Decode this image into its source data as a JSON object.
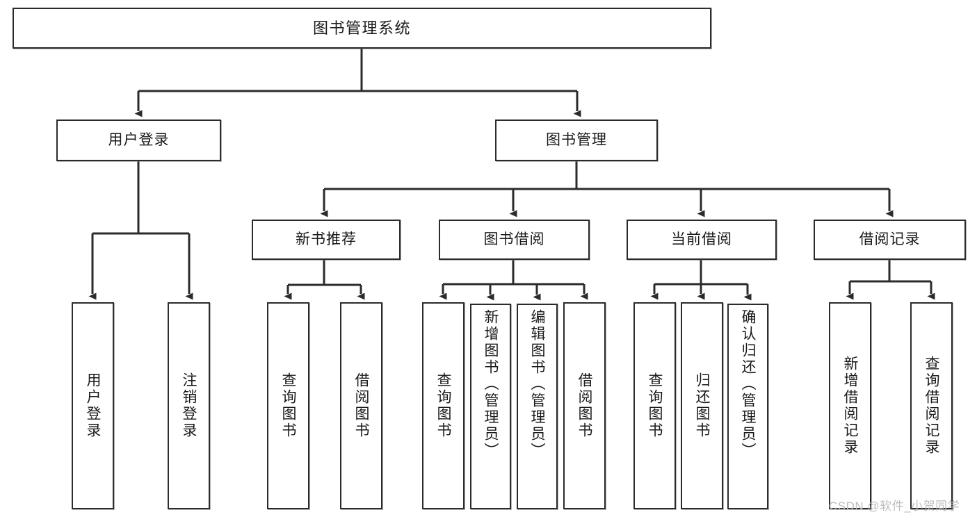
{
  "diagram": {
    "type": "hierarchy-tree",
    "title": "图书管理系统",
    "watermark": "CSDN @软件_小贺同学",
    "style": {
      "background": "#ffffff",
      "box_border": "#2b2b2b",
      "box_fill": "#ffffff",
      "connector": "#2b2b2b",
      "text": "#1a1a1a",
      "watermark_color": "#bdbdbd"
    },
    "levels": {
      "level1": [
        "图书管理系统"
      ],
      "level2": [
        "用户登录",
        "图书管理"
      ],
      "level3": [
        "新书推荐",
        "图书借阅",
        "当前借阅",
        "借阅记录"
      ],
      "level4": [
        "用户登录",
        "注销登录",
        "查询图书",
        "借阅图书",
        "查询图书",
        "新增图书（管理员）",
        "编辑图书（管理员）",
        "借阅图书",
        "查询图书",
        "归还图书",
        "确认归还（管理员）",
        "新增借阅记录",
        "查询借阅记录"
      ]
    },
    "nodes": {
      "root": {
        "label": "图书管理系统"
      },
      "user_login": {
        "label": "用户登录"
      },
      "book_manage": {
        "label": "图书管理"
      },
      "new_book_rec": {
        "label": "新书推荐"
      },
      "book_borrow": {
        "label": "图书借阅"
      },
      "current_borrow": {
        "label": "当前借阅"
      },
      "borrow_record": {
        "label": "借阅记录"
      },
      "leaf_user_login": {
        "label": "用户登录"
      },
      "leaf_logout": {
        "label": "注销登录"
      },
      "leaf_query_book_1": {
        "label": "查询图书"
      },
      "leaf_borrow_book_1": {
        "label": "借阅图书"
      },
      "leaf_query_book_2": {
        "label": "查询图书"
      },
      "leaf_add_book": {
        "label": "新增图书（管理员）"
      },
      "leaf_edit_book": {
        "label": "编辑图书（管理员）"
      },
      "leaf_borrow_book_2": {
        "label": "借阅图书"
      },
      "leaf_query_book_3": {
        "label": "查询图书"
      },
      "leaf_return_book": {
        "label": "归还图书"
      },
      "leaf_confirm_return": {
        "label": "确认归还（管理员）"
      },
      "leaf_add_record": {
        "label": "新增借阅记录"
      },
      "leaf_query_record": {
        "label": "查询借阅记录"
      }
    },
    "edges": [
      {
        "from": "root",
        "to": "user_login"
      },
      {
        "from": "root",
        "to": "book_manage"
      },
      {
        "from": "user_login",
        "to": "leaf_user_login"
      },
      {
        "from": "user_login",
        "to": "leaf_logout"
      },
      {
        "from": "book_manage",
        "to": "new_book_rec"
      },
      {
        "from": "book_manage",
        "to": "book_borrow"
      },
      {
        "from": "book_manage",
        "to": "current_borrow"
      },
      {
        "from": "book_manage",
        "to": "borrow_record"
      },
      {
        "from": "new_book_rec",
        "to": "leaf_query_book_1"
      },
      {
        "from": "new_book_rec",
        "to": "leaf_borrow_book_1"
      },
      {
        "from": "book_borrow",
        "to": "leaf_query_book_2"
      },
      {
        "from": "book_borrow",
        "to": "leaf_add_book"
      },
      {
        "from": "book_borrow",
        "to": "leaf_edit_book"
      },
      {
        "from": "book_borrow",
        "to": "leaf_borrow_book_2"
      },
      {
        "from": "current_borrow",
        "to": "leaf_query_book_3"
      },
      {
        "from": "current_borrow",
        "to": "leaf_return_book"
      },
      {
        "from": "current_borrow",
        "to": "leaf_confirm_return"
      },
      {
        "from": "borrow_record",
        "to": "leaf_add_record"
      },
      {
        "from": "borrow_record",
        "to": "leaf_query_record"
      }
    ]
  }
}
